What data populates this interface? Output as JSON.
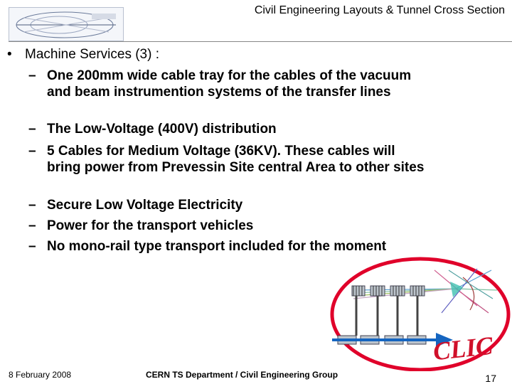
{
  "header": {
    "title": "Civil Engineering Layouts & Tunnel Cross Section"
  },
  "main": {
    "bullet": "Machine Services (3) :",
    "items": [
      {
        "dash": "–",
        "text": "One 200mm wide cable tray for the cables of the vacuum and beam instrumention systems of the transfer lines"
      },
      {
        "dash": "–",
        "text": "The Low-Voltage (400V) distribution"
      },
      {
        "dash": "–",
        "text": "5 Cables for Medium Voltage (36KV). These cables will bring power from Prevessin Site central Area to other sites"
      },
      {
        "dash": "–",
        "text": "Secure Low Voltage Electricity"
      },
      {
        "dash": "–",
        "text": "Power for the transport vehicles"
      },
      {
        "dash": "–",
        "text": "No mono-rail type transport included for the moment"
      }
    ]
  },
  "logo": {
    "text": "CLIC",
    "colors": {
      "ring": "#e0002a",
      "beam": "#1565c0",
      "text": "#d0102a"
    }
  },
  "footer": {
    "date": "8 February 2008",
    "center": "CERN TS Department / Civil Engineering Group",
    "page": "17"
  }
}
